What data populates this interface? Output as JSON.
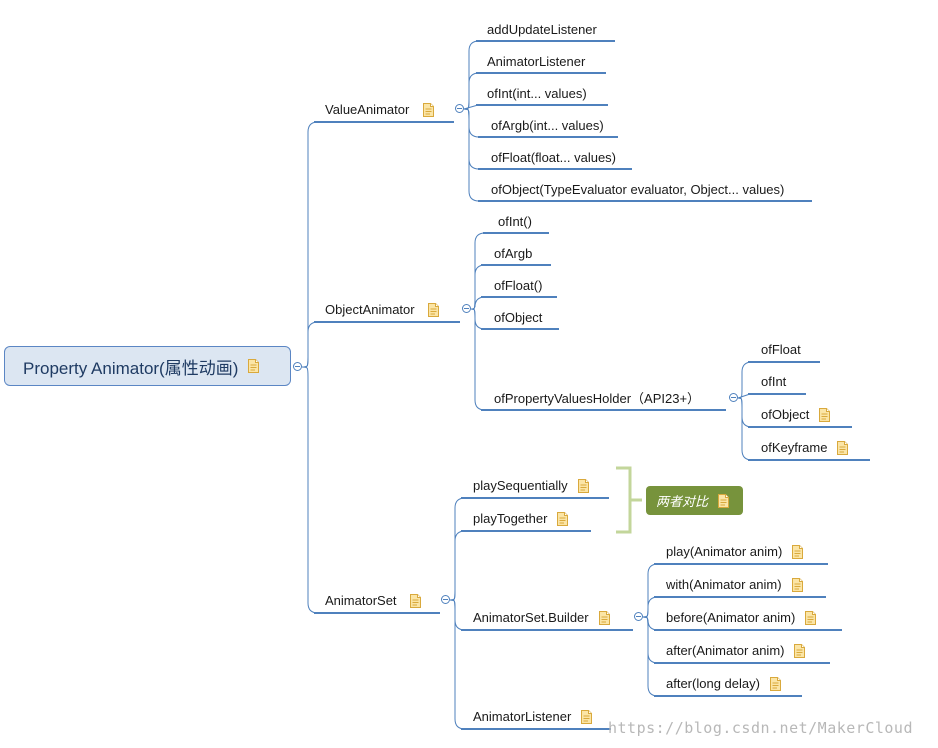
{
  "root": {
    "label": "Property Animator(属性动画)",
    "has_note": true
  },
  "value_animator": {
    "label": "ValueAnimator",
    "has_note": true,
    "children": [
      {
        "label": "addUpdateListener"
      },
      {
        "label": "AnimatorListener"
      },
      {
        "label": "ofInt(int... values)"
      },
      {
        "label": "ofArgb(int... values)"
      },
      {
        "label": "ofFloat(float... values)"
      },
      {
        "label": "ofObject(TypeEvaluator evaluator, Object... values)"
      }
    ]
  },
  "object_animator": {
    "label": "ObjectAnimator",
    "has_note": true,
    "children": [
      {
        "label": "ofInt()"
      },
      {
        "label": "ofArgb"
      },
      {
        "label": "ofFloat()"
      },
      {
        "label": "ofObject"
      }
    ],
    "property_values_holder": {
      "label": "ofPropertyValuesHolder（API23+）",
      "children": [
        {
          "label": "ofFloat",
          "has_note": false
        },
        {
          "label": "ofInt",
          "has_note": false
        },
        {
          "label": "ofObject",
          "has_note": true
        },
        {
          "label": "ofKeyframe",
          "has_note": true
        }
      ]
    }
  },
  "animator_set": {
    "label": "AnimatorSet",
    "has_note": true,
    "children": [
      {
        "label": "playSequentially",
        "has_note": true
      },
      {
        "label": "playTogether",
        "has_note": true
      },
      {
        "label": "AnimatorListener",
        "has_note": true
      }
    ],
    "builder": {
      "label": "AnimatorSet.Builder",
      "has_note": true,
      "children": [
        {
          "label": "play(Animator anim)",
          "has_note": true
        },
        {
          "label": "with(Animator anim)",
          "has_note": true
        },
        {
          "label": "before(Animator anim)",
          "has_note": true
        },
        {
          "label": "after(Animator anim)",
          "has_note": true
        },
        {
          "label": "after(long delay)",
          "has_note": true
        }
      ]
    }
  },
  "callout": {
    "label": "两者对比",
    "has_note": true
  },
  "watermark": "https://blog.csdn.net/MakerCloud",
  "colors": {
    "branch": "#4f81bd",
    "root_fill": "#dce6f2",
    "root_border": "#5b86c4",
    "callout_fill": "#77933c",
    "bracket": "#c3d69b",
    "note_fill": "#fbe5a6"
  }
}
